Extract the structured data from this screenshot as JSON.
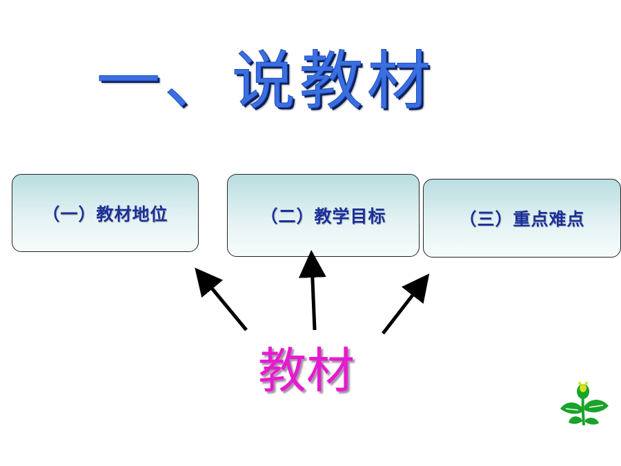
{
  "slide": {
    "title": "一、说教材",
    "boxes": [
      {
        "label": "（一）教材地位"
      },
      {
        "label": "（二）教学目标"
      },
      {
        "label": "（三）重点难点"
      }
    ],
    "center_word": "教材"
  },
  "colors": {
    "title": "#3b6fe0",
    "box_text": "#1c2f9a",
    "center_word": "#e61ad0",
    "arrow": "#000000",
    "flower_leaf": "#1aa32a",
    "flower_bud": "#d7e21a"
  },
  "icons": {
    "arrow": "up-arrow-icon",
    "decoration": "flower-sprout-icon"
  }
}
